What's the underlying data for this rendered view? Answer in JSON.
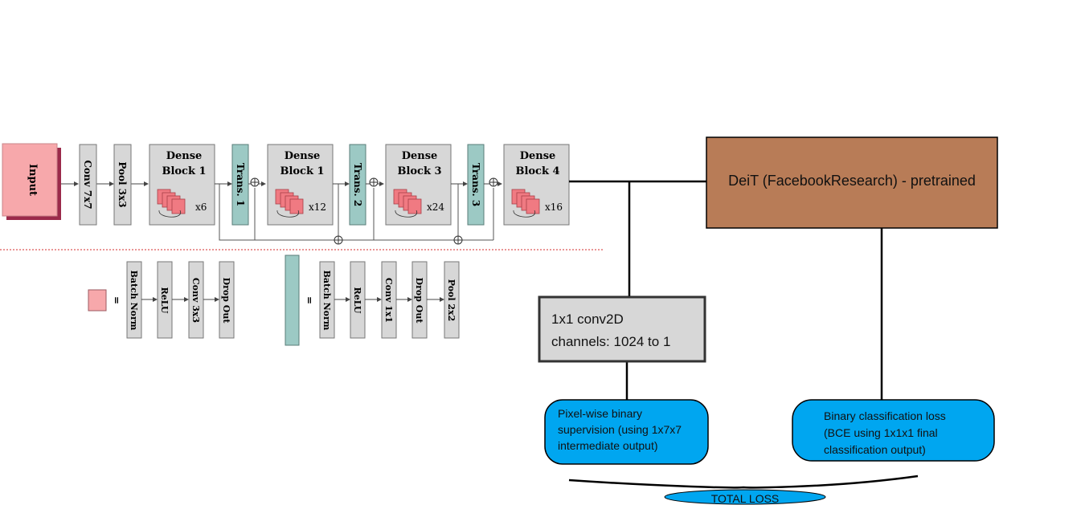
{
  "network": {
    "input_label": "Input",
    "conv_label": "Conv 7x7",
    "pool_label": "Pool 3x3",
    "dense_title": "Dense",
    "blocks": [
      {
        "name": "Block 1",
        "repeat": "x6"
      },
      {
        "name": "Block 1",
        "repeat": "x12"
      },
      {
        "name": "Block 3",
        "repeat": "x24"
      },
      {
        "name": "Block 4",
        "repeat": "x16"
      }
    ],
    "transitions": [
      "Trans. 1",
      "Trans. 2",
      "Trans. 3"
    ]
  },
  "legend": {
    "equals": "=",
    "dense_layer_ops": [
      "Batch Norm",
      "ReLU",
      "Conv 3x3",
      "Drop Out"
    ],
    "transition_ops": [
      "Batch Norm",
      "ReLU",
      "Conv 1x1",
      "Drop Out",
      "Pool 2x2"
    ]
  },
  "deit_label": "DeiT (FacebookResearch) - pretrained",
  "conv_head": {
    "line1": "1x1 conv2D",
    "line2": "channels: 1024 to 1"
  },
  "pixel_loss": [
    "Pixel-wise binary",
    "supervision (using 1x7x7",
    "intermediate output)"
  ],
  "bce_loss": [
    "Binary classification loss",
    "(BCE using 1x1x1 final",
    "classification output)"
  ],
  "total_loss": "TOTAL LOSS",
  "colors": {
    "dense_pink": "#f7a8ab",
    "trans_teal": "#9cc9c4",
    "deit_brown": "#b87c57",
    "loss_blue": "#00a6f0",
    "gray_box": "#d7d7d7"
  }
}
